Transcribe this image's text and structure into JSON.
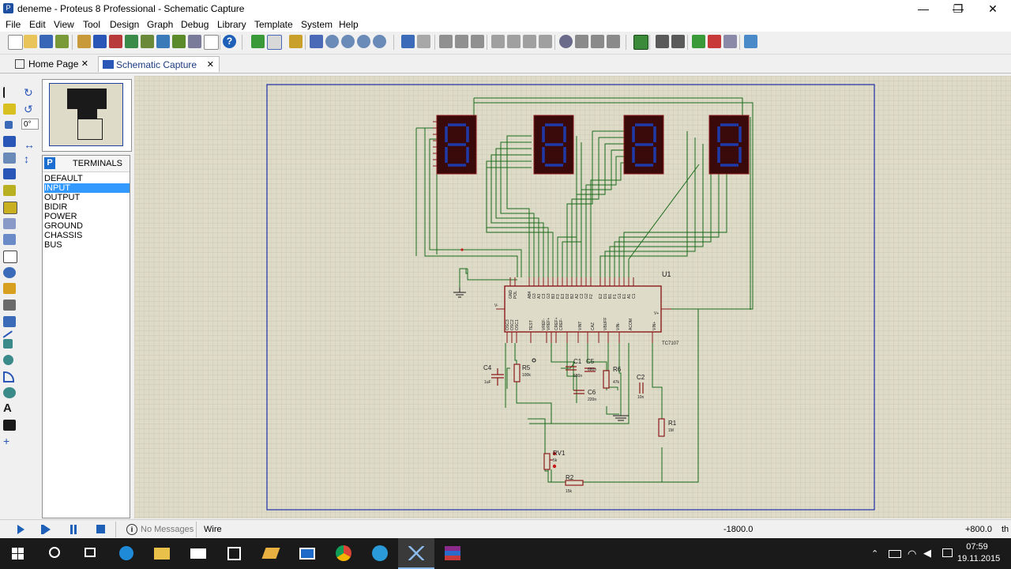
{
  "window": {
    "title": "deneme - Proteus 8 Professional - Schematic Capture",
    "minimize": "—",
    "maximize": "❐",
    "close": "✕"
  },
  "menu": [
    "File",
    "Edit",
    "View",
    "Tool",
    "Design",
    "Graph",
    "Debug",
    "Library",
    "Template",
    "System",
    "Help"
  ],
  "tabs": [
    {
      "label": "Home Page",
      "close": "✕"
    },
    {
      "label": "Schematic Capture",
      "close": "✕"
    }
  ],
  "rotation": "0°",
  "terminals": {
    "badge": "P",
    "title": "TERMINALS",
    "items": [
      "DEFAULT",
      "INPUT",
      "OUTPUT",
      "BIDIR",
      "POWER",
      "GROUND",
      "CHASSIS",
      "BUS"
    ],
    "selected": "INPUT"
  },
  "schematic": {
    "u1_ref": "U1",
    "u1_part": "TC7107",
    "components": [
      {
        "ref": "C4",
        "value": "1uF"
      },
      {
        "ref": "R5",
        "value": "100k"
      },
      {
        "ref": "C1",
        "value": "680n"
      },
      {
        "ref": "C5",
        "value": "680n"
      },
      {
        "ref": "C6",
        "value": "220n"
      },
      {
        "ref": "R6",
        "value": "47k"
      },
      {
        "ref": "C2",
        "value": "10n"
      },
      {
        "ref": "R1",
        "value": "1M"
      },
      {
        "ref": "RV1",
        "value": "5k"
      },
      {
        "ref": "R2",
        "value": "15k"
      }
    ],
    "top_pins": [
      "GND",
      "POL",
      "AB4",
      "G3",
      "A3",
      "C3",
      "G3",
      "B3",
      "F3",
      "E3",
      "D2",
      "B2",
      "A2",
      "C2",
      "G2",
      "F2",
      "E2",
      "D1",
      "B1",
      "F1",
      "G1",
      "E1",
      "A1",
      "C1"
    ],
    "bottom_pins": [
      "OSC3",
      "OSC2",
      "OSC1",
      "TEST",
      "VREF-",
      "VREF+",
      "CREF+",
      "CREF-",
      "VINT",
      "CAZ",
      "VBUFF",
      "VIN-",
      "ACOM",
      "VIN+"
    ],
    "left_pin": "V-",
    "right_pin": "V+"
  },
  "status": {
    "message": "No Messages",
    "mode": "Wire",
    "x": "-1800.0",
    "y": "+800.0",
    "unit": "th"
  },
  "clock": {
    "time": "07:59",
    "date": "19.11.2015"
  },
  "colors": {
    "wire": "#1a6b1a",
    "component": "#8b1a1a",
    "border": "#1e2ea8",
    "sheet": "#dedbc9",
    "segment_on": "#1e3aa8",
    "display_bg": "#3a0a0a"
  }
}
